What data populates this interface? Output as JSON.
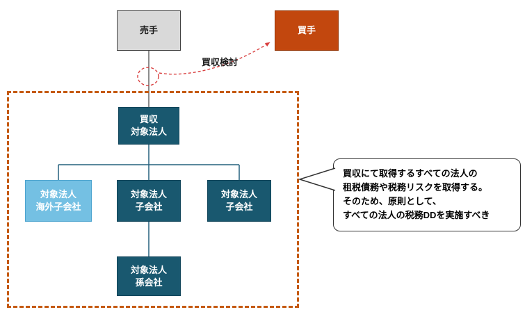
{
  "nodes": {
    "seller": {
      "label": "売手"
    },
    "buyer": {
      "label": "買手"
    },
    "target": {
      "label": "買収\n対象法人"
    },
    "overseas_sub": {
      "label": "対象法人\n海外子会社"
    },
    "sub_left": {
      "label": "対象法人\n子会社"
    },
    "sub_right": {
      "label": "対象法人\n子会社"
    },
    "grandchild": {
      "label": "対象法人\n孫会社"
    }
  },
  "annotations": {
    "acquisition_label": "買収検討",
    "callout_text": "買収にて取得するすべての法人の\n租税債務や税務リスクを取得する。\nそのため、原則として、\nすべての法人の税務DDを実施すべき"
  },
  "colors": {
    "seller_fill": "#d9d9d9",
    "seller_border": "#404040",
    "buyer_fill": "#c2470e",
    "node_teal": "#19586f",
    "node_light_blue": "#74c0e3",
    "connector": "#24617d",
    "line_dark": "#404040",
    "dashed_border": "#c55a11",
    "arrow_red": "#d94040",
    "callout_border": "#333333"
  }
}
